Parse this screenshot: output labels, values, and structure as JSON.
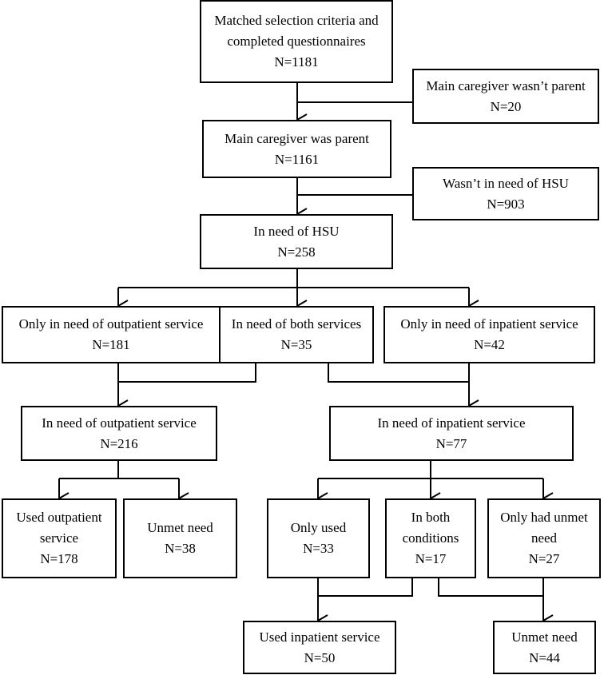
{
  "nodes": {
    "matched": {
      "lines": [
        "Matched selection criteria and",
        "completed questionnaires"
      ],
      "n": "N=1181"
    },
    "not_parent": {
      "lines": [
        "Main caregiver wasn’t parent"
      ],
      "n": "N=20"
    },
    "parent": {
      "lines": [
        "Main caregiver was parent"
      ],
      "n": "N=1161"
    },
    "no_need": {
      "lines": [
        "Wasn’t in need of HSU"
      ],
      "n": "N=903"
    },
    "need_hsu": {
      "lines": [
        "In need of HSU"
      ],
      "n": "N=258"
    },
    "only_outpatient": {
      "lines": [
        "Only in need of outpatient service"
      ],
      "n": "N=181"
    },
    "both_services": {
      "lines": [
        "In need of both services"
      ],
      "n": "N=35"
    },
    "only_inpatient": {
      "lines": [
        "Only in need of inpatient service"
      ],
      "n": "N=42"
    },
    "need_outpatient": {
      "lines": [
        "In need of outpatient service"
      ],
      "n": "N=216"
    },
    "need_inpatient": {
      "lines": [
        "In need of inpatient service"
      ],
      "n": "N=77"
    },
    "used_outpatient": {
      "lines": [
        "Used outpatient",
        "service"
      ],
      "n": "N=178"
    },
    "unmet_out": {
      "lines": [
        "Unmet need"
      ],
      "n": "N=38"
    },
    "only_used": {
      "lines": [
        "Only used"
      ],
      "n": "N=33"
    },
    "both_conditions": {
      "lines": [
        "In both",
        "conditions"
      ],
      "n": "N=17"
    },
    "only_unmet": {
      "lines": [
        "Only had unmet",
        "need"
      ],
      "n": "N=27"
    },
    "used_inpatient": {
      "lines": [
        "Used inpatient service"
      ],
      "n": "N=50"
    },
    "unmet_in": {
      "lines": [
        "Unmet need"
      ],
      "n": "N=44"
    }
  }
}
